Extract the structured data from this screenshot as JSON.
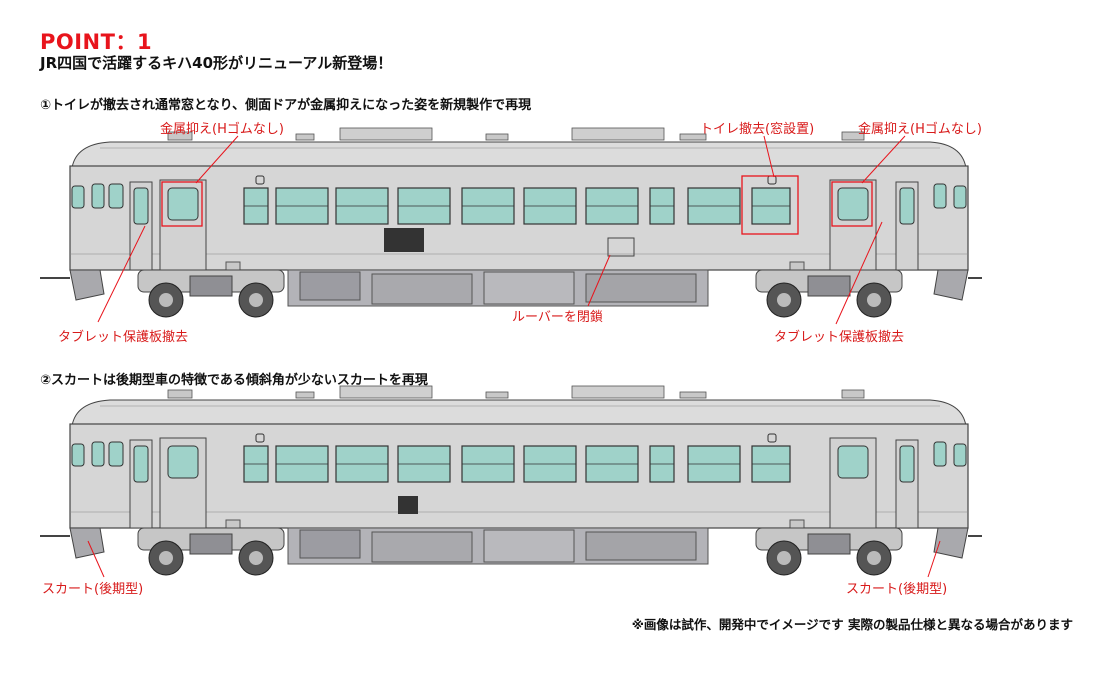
{
  "header": {
    "point_label": "POINT：1",
    "headline": "JR四国で活躍するキハ40形がリニューアル新登場！"
  },
  "sections": [
    {
      "heading": "①トイレが撤去され通常窓となり、側面ドアが金属抑えになった姿を新規製作で再現",
      "callouts": {
        "metal_left": "金属抑え(Hゴムなし)",
        "toilet": "トイレ撤去(窓設置)",
        "metal_right": "金属抑え(Hゴムなし)",
        "tablet_left": "タブレット保護板撤去",
        "louver": "ルーバーを閉鎖",
        "tablet_right": "タブレット保護板撤去"
      }
    },
    {
      "heading": "②スカートは後期型車の特徴である傾斜角が少ないスカートを再現",
      "callouts": {
        "skirt_left": "スカート(後期型)",
        "skirt_right": "スカート(後期型)"
      }
    }
  ],
  "footer": {
    "disclaimer": "※画像は試作、開発中でイメージです 実際の製品仕様と異なる場合があります"
  },
  "colors": {
    "accent_red": "#e8141c",
    "body_gray": "#d6d6d6",
    "window_green": "#9fd2c9",
    "underfloor_gray": "#a9a9ad"
  }
}
